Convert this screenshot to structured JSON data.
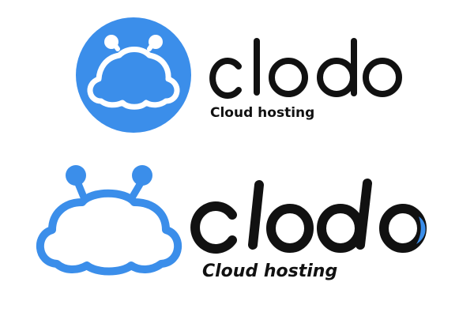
{
  "colors": {
    "brand_blue": "#3B8EEA",
    "wordmark": "#111111",
    "background": "#ffffff"
  },
  "logo_top": {
    "icon": "cloud-antenna-in-circle-icon",
    "wordmark": "clodo",
    "tagline": "Cloud hosting"
  },
  "logo_bottom": {
    "icon": "cloud-antenna-outline-icon",
    "wordmark": "clodo",
    "tagline": "Cloud hosting"
  }
}
